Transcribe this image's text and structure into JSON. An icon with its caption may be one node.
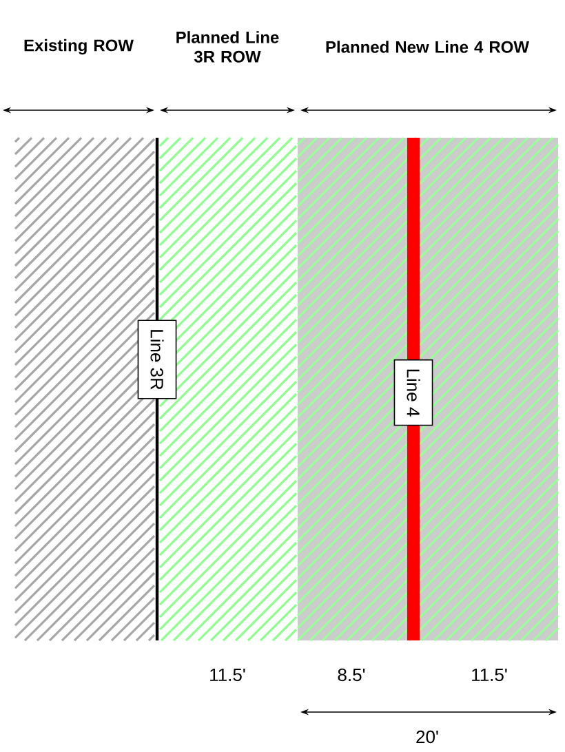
{
  "diagram": {
    "nodes": [
      {
        "text": [
          "Line 3R"
        ]
      },
      {
        "text": [
          "Line 4"
        ]
      }
    ],
    "labels": [
      "Existing ROW",
      "Planned Line 3R ROW",
      "Planned New Line 4 ROW",
      "11.5'",
      "8.5'",
      "11.5'",
      "20'"
    ]
  }
}
